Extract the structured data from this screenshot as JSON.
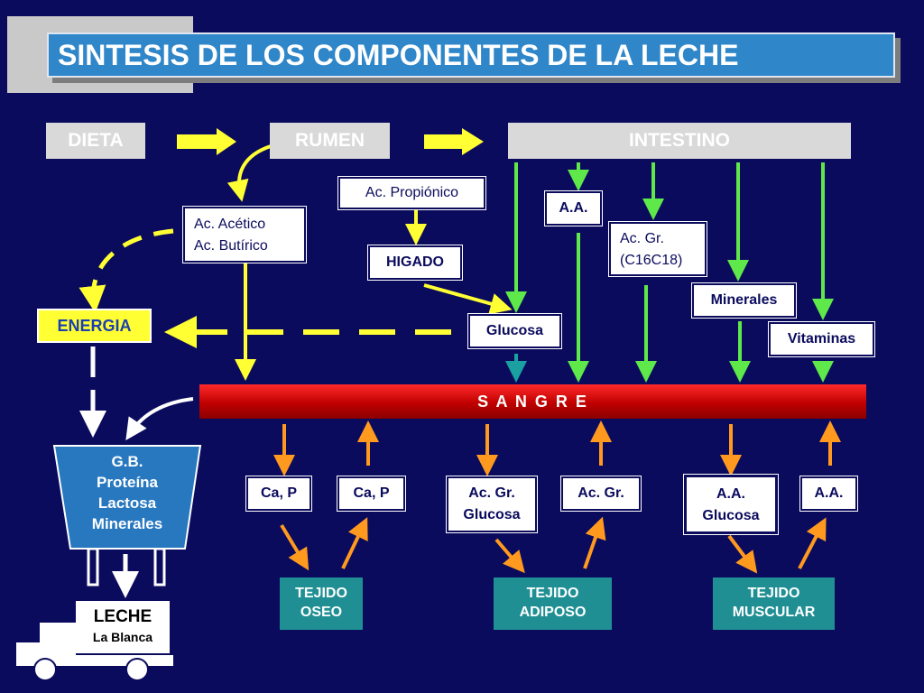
{
  "title": "SINTESIS DE LOS COMPONENTES DE LA LECHE",
  "top_row": {
    "dieta": "DIETA",
    "rumen": "RUMEN",
    "intestino": "INTESTINO"
  },
  "nodes": {
    "acetico": "Ac. Acético",
    "butirico": "Ac. Butírico",
    "propionico": "Ac. Propiónico",
    "higado": "HIGADO",
    "aa": "A.A.",
    "acgr": "Ac. Gr.",
    "c16c18": "(C16C18)",
    "minerales": "Minerales",
    "vitaminas": "Vitaminas",
    "glucosa": "Glucosa",
    "energia": "ENERGIA",
    "sangre": "S A N G R E"
  },
  "gland": {
    "line1": "G.B.",
    "line2": "Proteína",
    "line3": "Lactosa",
    "line4": "Minerales"
  },
  "bottom_boxes": {
    "b1": "Ca, P",
    "b2": "Ca, P",
    "b3_line1": "Ac. Gr.",
    "b3_line2": "Glucosa",
    "b4": "Ac. Gr.",
    "b5_line1": "A.A.",
    "b5_line2": "Glucosa",
    "b6": "A.A."
  },
  "tissues": {
    "oseo_line1": "TEJIDO",
    "oseo_line2": "OSEO",
    "adiposo_line1": "TEJIDO",
    "adiposo_line2": "ADIPOSO",
    "muscular_line1": "TEJIDO",
    "muscular_line2": "MUSCULAR"
  },
  "milk": {
    "line1": "LECHE",
    "line2": "La Blanca"
  },
  "colors": {
    "background": "#0b0b5e",
    "title_bar": "#2f86c8",
    "yellow_arrow": "#ffff33",
    "green_arrow": "#5ee84a",
    "orange_arrow": "#ff9a1f",
    "tissue": "#1f8f93",
    "sangre": "#d40000",
    "gland": "#2878c0"
  }
}
